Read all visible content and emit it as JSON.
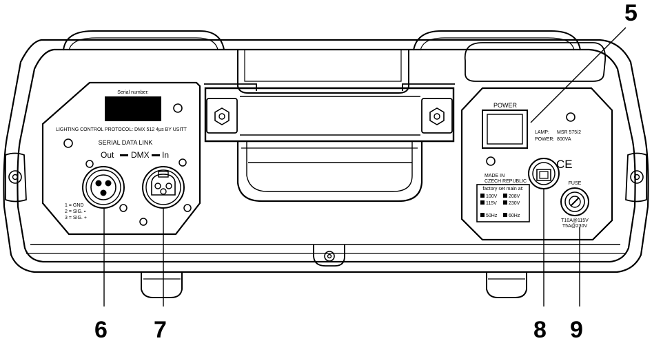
{
  "left_panel": {
    "serial_label": "Serial number:",
    "protocol": "LIGHTING  CONTROL PROTOCOL: DMX 512  4μs BY USITT",
    "serial_data_link": "SERIAL DATA LINK",
    "dmx": {
      "out": "Out",
      "dmx": "DMX",
      "in": "In"
    },
    "pins": [
      "1 = GND",
      "2 = SIG. ▪",
      "3 = SIG. +"
    ]
  },
  "right_panel": {
    "power_label": "POWER",
    "lamp_label": "LAMP:",
    "lamp_value": "MSR 575/2",
    "power_value_label": "POWER:",
    "power_value": "800VA",
    "made_in": "MADE IN",
    "country": "CZECH REPUBLIC",
    "ce": "CE",
    "factory_title": "factory set main at:",
    "voltages": [
      "100V",
      "208V",
      "115V",
      "230V"
    ],
    "frequencies": [
      "50Hz",
      "60Hz"
    ],
    "fuse_label": "FUSE",
    "fuse_rating_1": "T10A@115V",
    "fuse_rating_2": "T5A@230V"
  },
  "callouts": {
    "c5": "5",
    "c6": "6",
    "c7": "7",
    "c8": "8",
    "c9": "9"
  }
}
